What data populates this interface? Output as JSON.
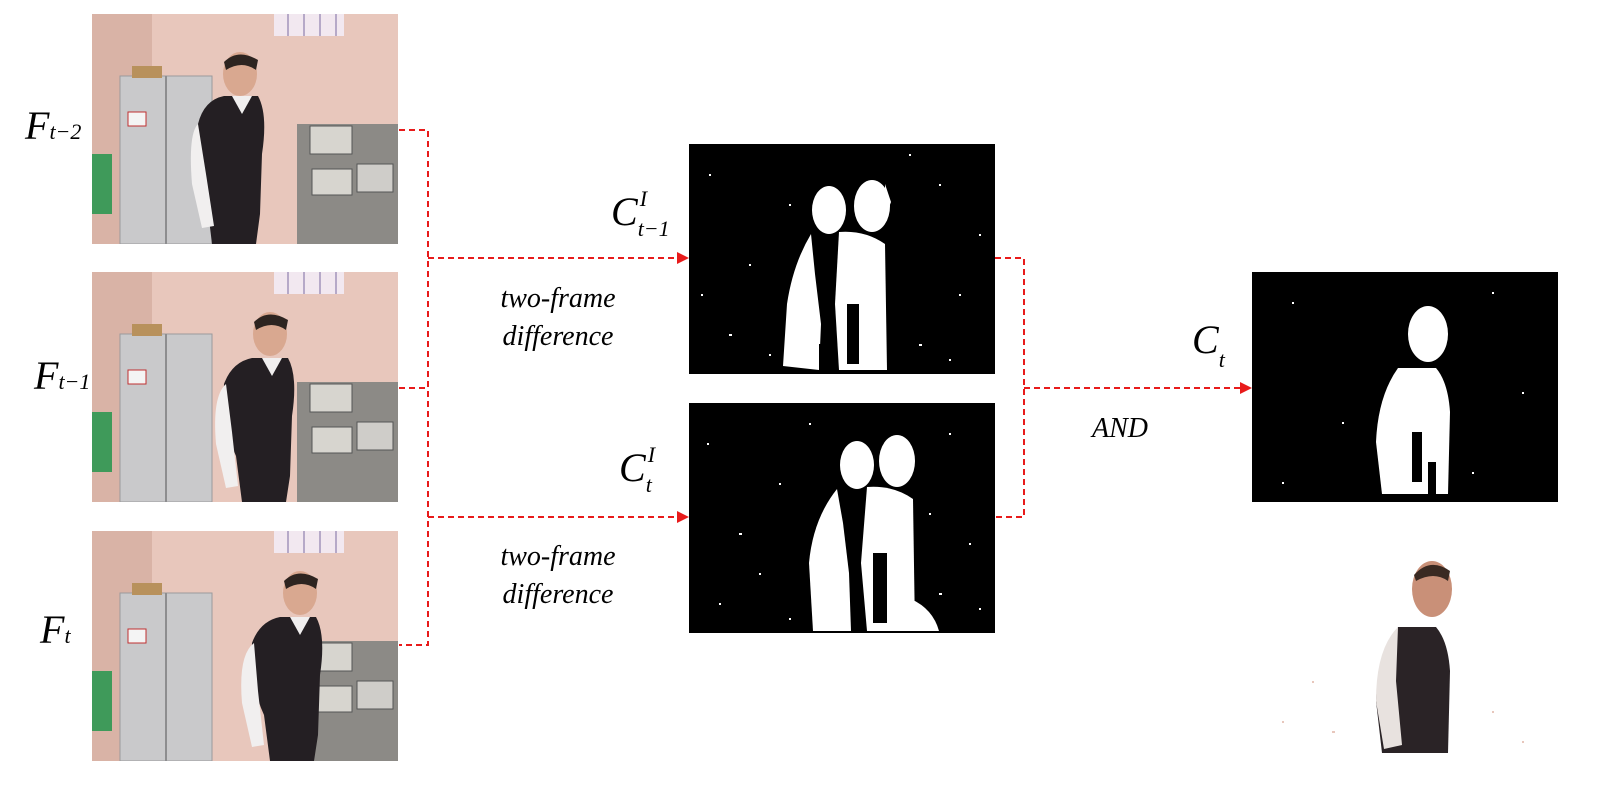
{
  "frames": [
    {
      "label": "F",
      "sub": "t−2"
    },
    {
      "label": "F",
      "sub": "t−1"
    },
    {
      "label": "F",
      "sub": "t"
    }
  ],
  "masks": [
    {
      "label": "C",
      "sub": "t−1",
      "sup": "I"
    },
    {
      "label": "C",
      "sub": "t",
      "sup": "I"
    }
  ],
  "result": {
    "label": "C",
    "sub": "t"
  },
  "ops": {
    "diff_top_line1": "two-frame",
    "diff_top_line2": "difference",
    "diff_bottom_line1": "two-frame",
    "diff_bottom_line2": "difference",
    "and": "AND"
  },
  "colors": {
    "connector": "#e81b1b",
    "mask_bg": "#000000",
    "mask_fg": "#ffffff",
    "wall": "#e9c8bd"
  },
  "icons": {
    "person": "person-silhouette",
    "cabinet": "cabinet",
    "window": "window",
    "lab_equipment": "oscilloscope-rack"
  }
}
